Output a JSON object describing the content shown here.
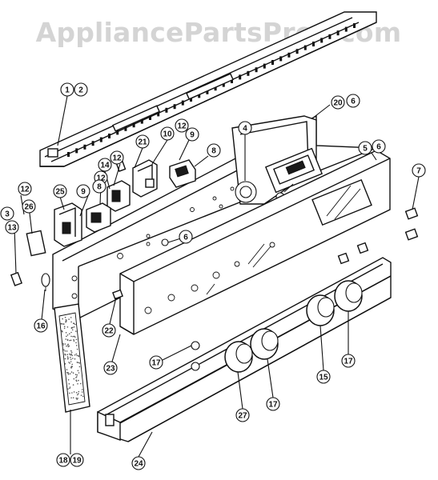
{
  "watermark": "AppliancePartsPros.com",
  "callouts": [
    {
      "id": "c1",
      "label": "1"
    },
    {
      "id": "c2",
      "label": "2"
    },
    {
      "id": "c20",
      "label": "20"
    },
    {
      "id": "c6a",
      "label": "6"
    },
    {
      "id": "c4",
      "label": "4"
    },
    {
      "id": "c5",
      "label": "5"
    },
    {
      "id": "c6b",
      "label": "6"
    },
    {
      "id": "c7",
      "label": "7"
    },
    {
      "id": "c21",
      "label": "21"
    },
    {
      "id": "c10",
      "label": "10"
    },
    {
      "id": "c12a",
      "label": "12"
    },
    {
      "id": "c9a",
      "label": "9"
    },
    {
      "id": "c8a",
      "label": "8"
    },
    {
      "id": "c12b",
      "label": "12"
    },
    {
      "id": "c14",
      "label": "14"
    },
    {
      "id": "c12c",
      "label": "12"
    },
    {
      "id": "c12d",
      "label": "12"
    },
    {
      "id": "c25",
      "label": "25"
    },
    {
      "id": "c9b",
      "label": "9"
    },
    {
      "id": "c8b",
      "label": "8"
    },
    {
      "id": "c26",
      "label": "26"
    },
    {
      "id": "c3",
      "label": "3"
    },
    {
      "id": "c13",
      "label": "13"
    },
    {
      "id": "c6c",
      "label": "6"
    },
    {
      "id": "c16",
      "label": "16"
    },
    {
      "id": "c22",
      "label": "22"
    },
    {
      "id": "c23",
      "label": "23"
    },
    {
      "id": "c17a",
      "label": "17"
    },
    {
      "id": "c17b",
      "label": "17"
    },
    {
      "id": "c15",
      "label": "15"
    },
    {
      "id": "c17c",
      "label": "17"
    },
    {
      "id": "c27",
      "label": "27"
    },
    {
      "id": "c18",
      "label": "18"
    },
    {
      "id": "c19",
      "label": "19"
    },
    {
      "id": "c24",
      "label": "24"
    }
  ]
}
